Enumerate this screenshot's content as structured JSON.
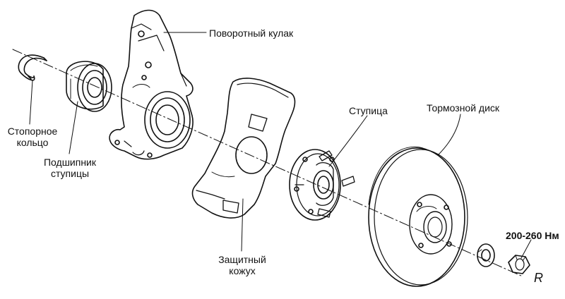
{
  "labels": {
    "knuckle": "Поворотный кулак",
    "retaining_ring": "Стопорное\nкольцо",
    "bearing": "Подшипник\nступицы",
    "hub": "Ступица",
    "brake_disc": "Тормозной диск",
    "shield": "Защитный\nкожух",
    "torque": "200-260 Нм",
    "marker": "R"
  },
  "colors": {
    "ink": "#111111",
    "paper": "#ffffff"
  }
}
